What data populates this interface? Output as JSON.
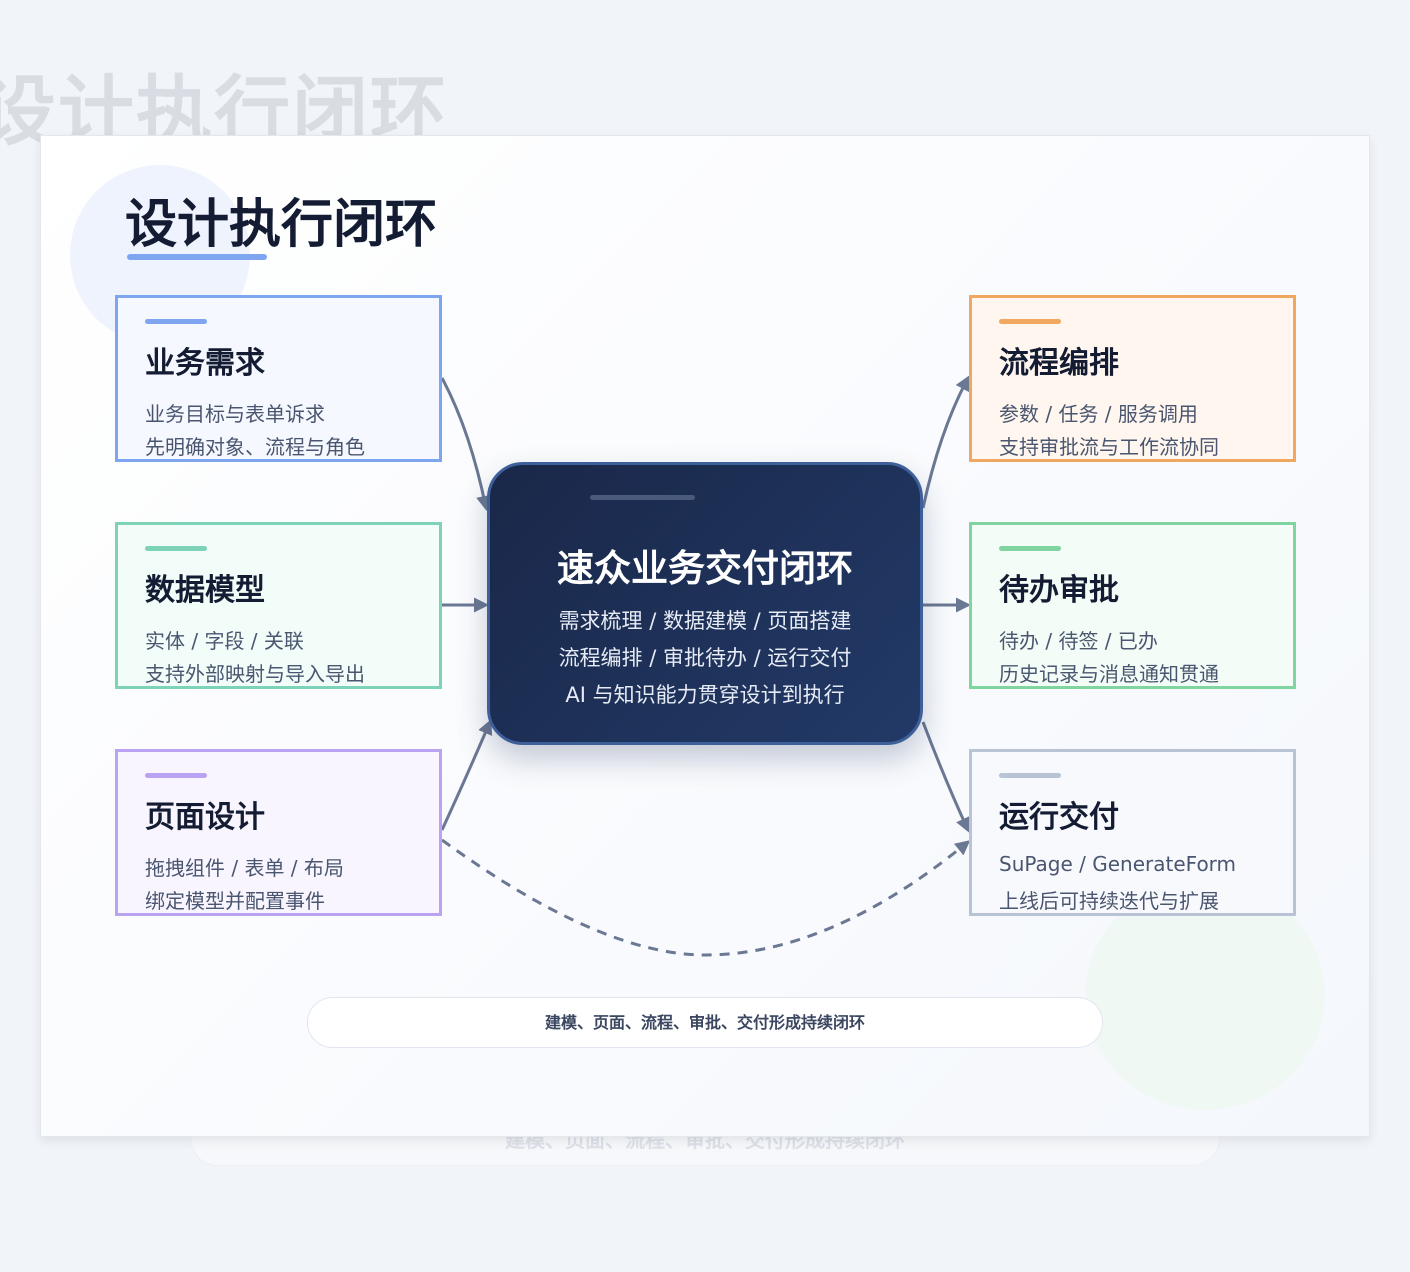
{
  "title": "设计执行闭环",
  "center": {
    "title": "速众业务交付闭环",
    "lines": [
      "需求梳理 / 数据建模 / 页面搭建",
      "流程编排 / 审批待办 / 运行交付",
      "AI 与知识能力贯穿设计到执行"
    ]
  },
  "cards": [
    {
      "title": "业务需求",
      "lines": [
        "业务目标与表单诉求",
        "先明确对象、流程与角色"
      ],
      "accent": "#7ea6f0",
      "bg": "#f5f9ff"
    },
    {
      "title": "数据模型",
      "lines": [
        "实体 / 字段 / 关联",
        "支持外部映射与导入导出"
      ],
      "accent": "#7dd3b8",
      "bg": "#f2fcf9"
    },
    {
      "title": "页面设计",
      "lines": [
        "拖拽组件 / 表单 / 布局",
        "绑定模型并配置事件"
      ],
      "accent": "#b9a3f2",
      "bg": "#f8f5ff"
    },
    {
      "title": "流程编排",
      "lines": [
        "参数 / 任务 / 服务调用",
        "支持审批流与工作流协同"
      ],
      "accent": "#f0a860",
      "bg": "#fff7ef"
    },
    {
      "title": "待办审批",
      "lines": [
        "待办 / 待签 / 已办",
        "历史记录与消息通知贯通"
      ],
      "accent": "#80d4a0",
      "bg": "#f3fcf6"
    },
    {
      "title": "运行交付",
      "lines": [
        "SuPage / GenerateForm",
        "上线后可持续迭代与扩展"
      ],
      "accent": "#b8c4d6",
      "bg": "#f8f9fc"
    }
  ],
  "footer": "建模、页面、流程、审批、交付形成持续闭环",
  "arrow_color": "#6b7893"
}
